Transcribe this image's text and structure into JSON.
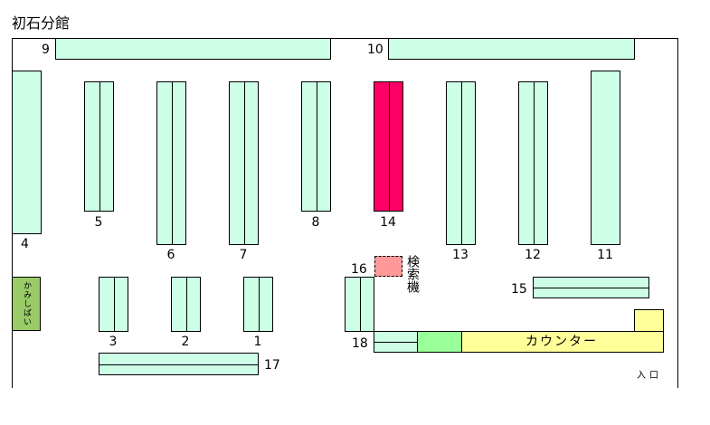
{
  "title": "初石分館",
  "shelves": {
    "s1": "1",
    "s2": "2",
    "s3": "3",
    "s4": "4",
    "s5": "5",
    "s6": "6",
    "s7": "7",
    "s8": "8",
    "s9": "9",
    "s10": "10",
    "s11": "11",
    "s12": "12",
    "s13": "13",
    "s14": "14",
    "s15": "15",
    "s16": "16",
    "s17": "17",
    "s18": "18"
  },
  "kamishibai": "かみしばい",
  "search_terminal": "検索機",
  "counter": "カウンター",
  "entrance": "入口",
  "colors": {
    "shelf": "#ccffe5",
    "highlight": "#ff0066",
    "kamishibai": "#99cc66",
    "terminal": "#ff9999",
    "counter": "#ffff99",
    "counter_green": "#99ff99"
  },
  "highlighted_shelf": "14"
}
